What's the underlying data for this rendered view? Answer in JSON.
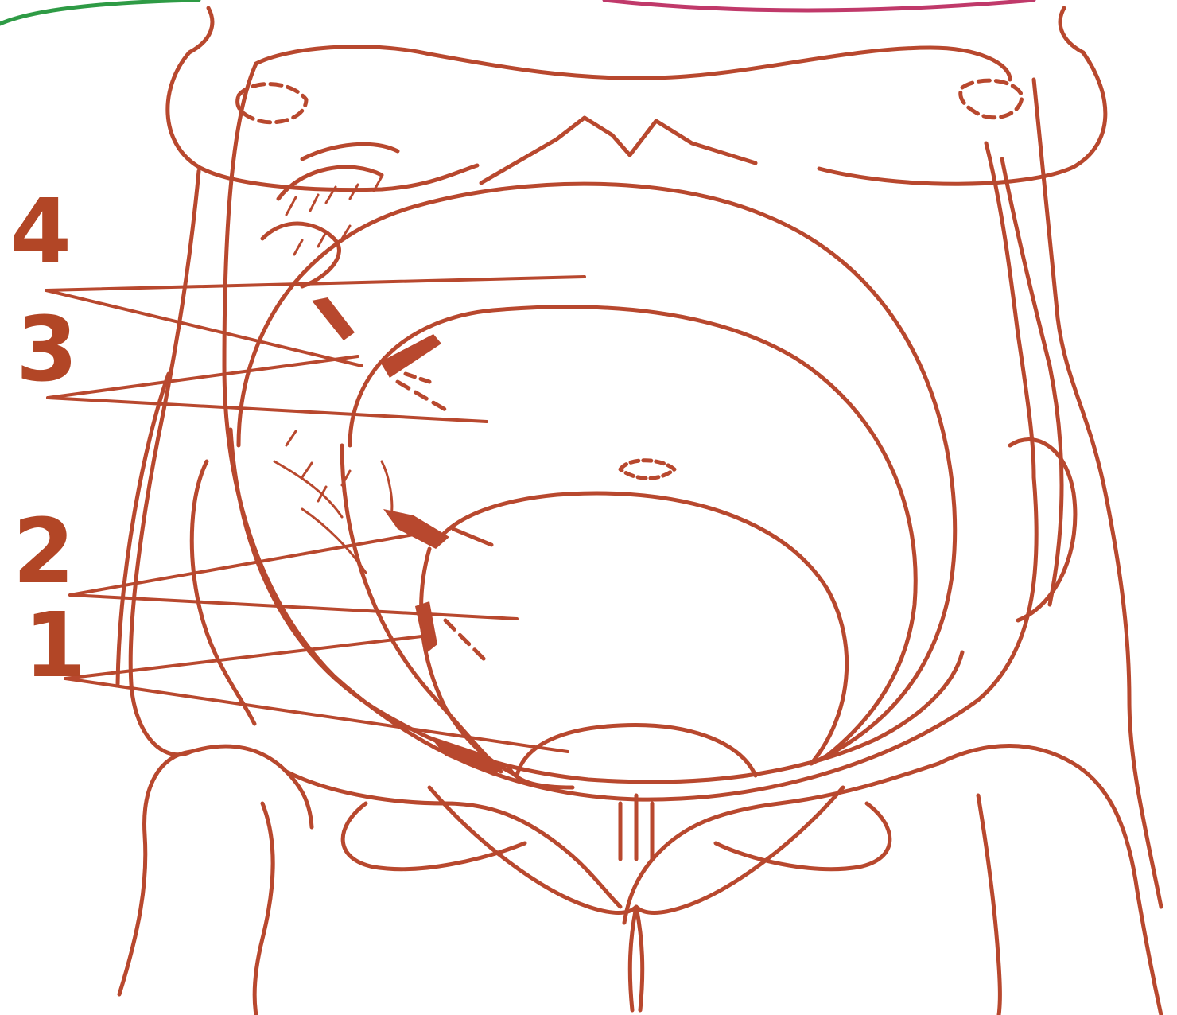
{
  "colors": {
    "line": "#b8482e",
    "label": "#b24626",
    "arc_top_left": "#2e9b45",
    "arc_top_right": "#c0396a",
    "background": "#ffffff"
  },
  "labels": [
    {
      "id": "4",
      "text": "4"
    },
    {
      "id": "3",
      "text": "3"
    },
    {
      "id": "2",
      "text": "2"
    },
    {
      "id": "1",
      "text": "1"
    }
  ]
}
